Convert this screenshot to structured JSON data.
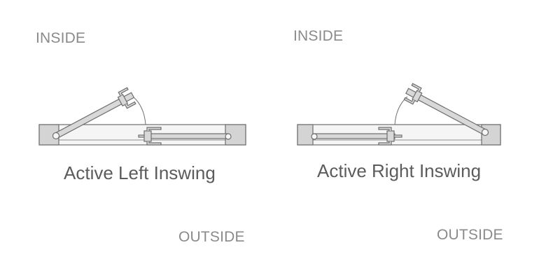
{
  "colors": {
    "stroke": "#6e6e6e",
    "jamb_fill": "#d4d4d4",
    "leaf_fill": "#d8d8d8",
    "frame_fill": "#f5f5f5",
    "label_text": "#8a8a8a",
    "title_text": "#5c5c5c"
  },
  "diagrams": [
    {
      "inside_label": "INSIDE",
      "outside_label": "OUTSIDE",
      "title": "Active Left Inswing",
      "active_side": "left",
      "swing": "inswing"
    },
    {
      "inside_label": "INSIDE",
      "outside_label": "OUTSIDE",
      "title": "Active Right Inswing",
      "active_side": "right",
      "swing": "inswing"
    }
  ]
}
